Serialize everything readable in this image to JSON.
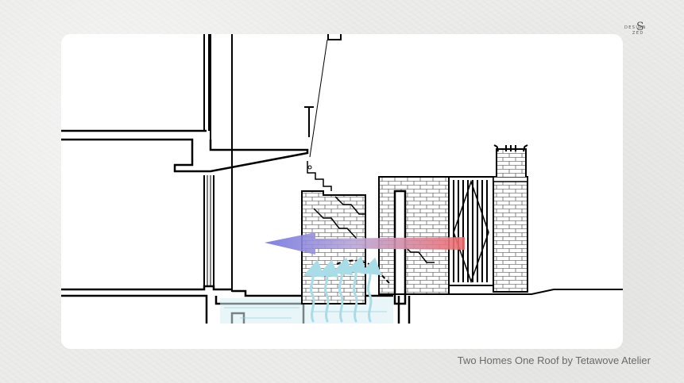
{
  "caption": "Two Homes One Roof by Tetawove Atelier",
  "logo": {
    "line1": "DESIGN",
    "line2": "ZED",
    "mark": "S"
  },
  "diagram": {
    "colors": {
      "line": "#000000",
      "warm_air": "#f06a6a",
      "cool_air_end": "#6f74e0",
      "rising_air": "#a8dde8",
      "water": "#d6eef4"
    }
  }
}
